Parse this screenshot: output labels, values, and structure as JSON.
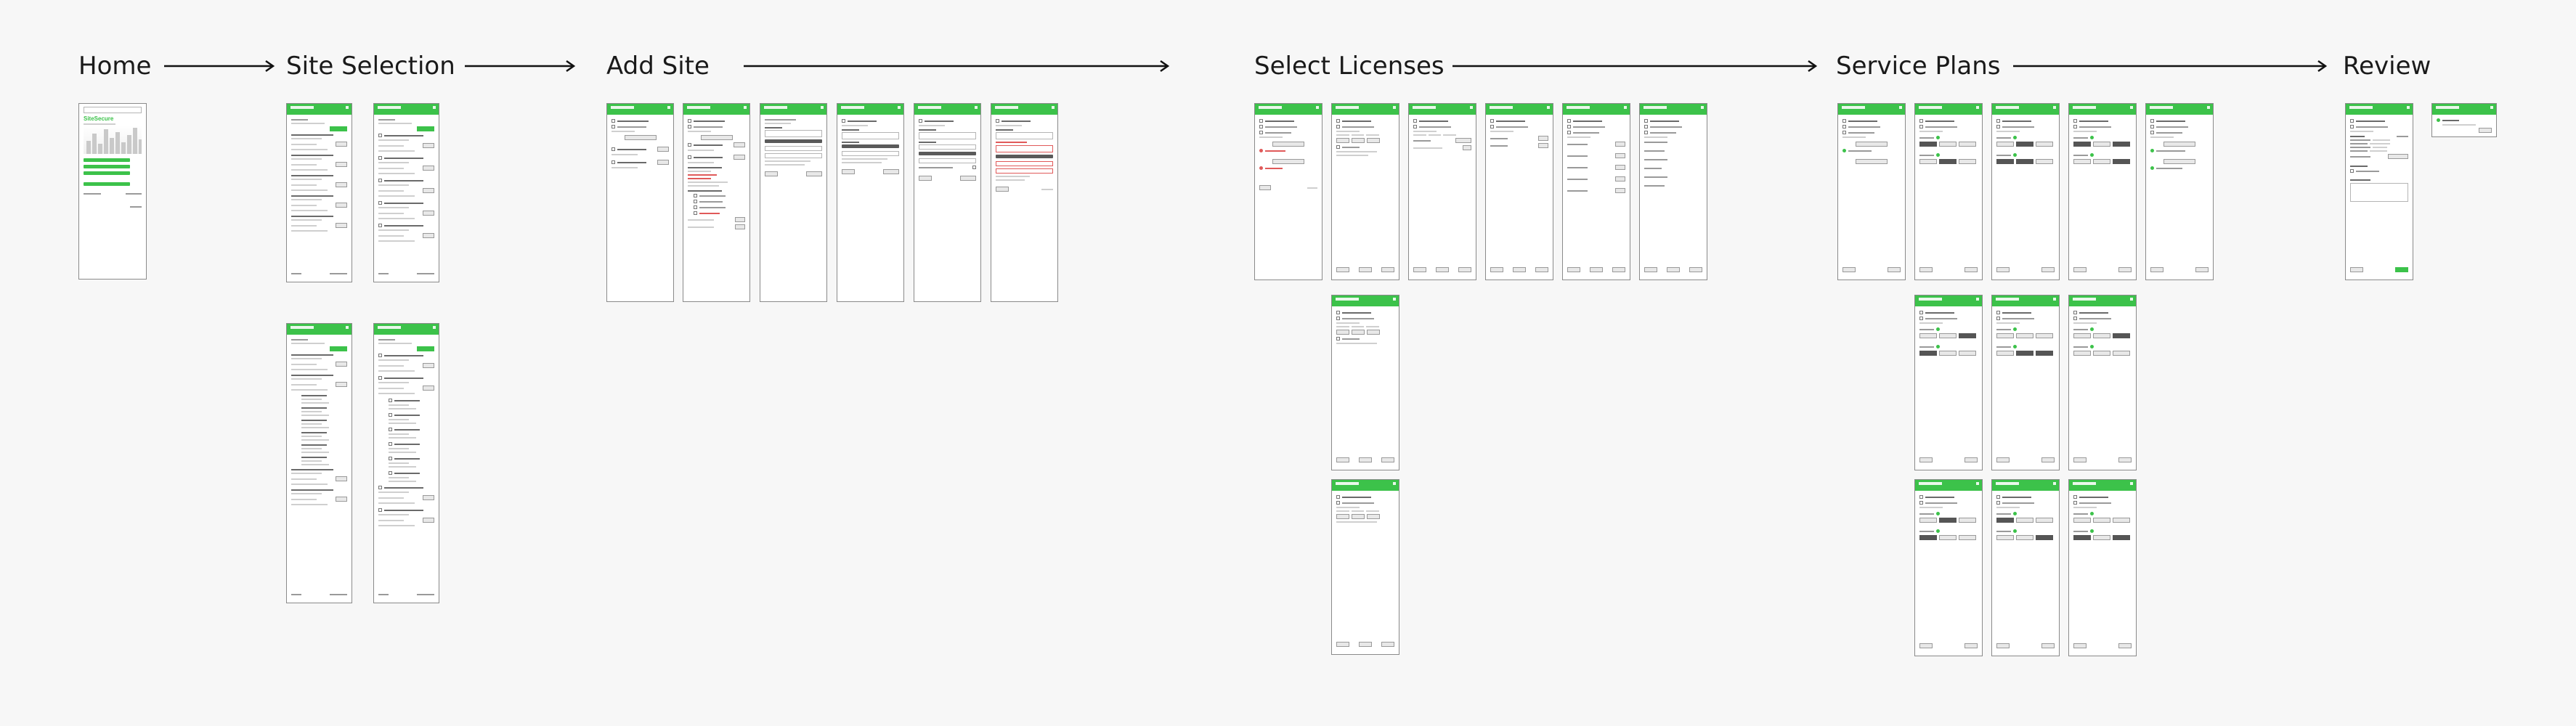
{
  "stages": [
    {
      "key": "home",
      "label": "Home"
    },
    {
      "key": "site-selection",
      "label": "Site Selection"
    },
    {
      "key": "add-site",
      "label": "Add Site"
    },
    {
      "key": "select-licenses",
      "label": "Select Licenses"
    },
    {
      "key": "service-plans",
      "label": "Service Plans"
    },
    {
      "key": "review",
      "label": "Review"
    }
  ],
  "home_screen": {
    "brand_text": "SiteSecure"
  },
  "colors": {
    "accent": "#3cc24a",
    "canvas": "#f7f7f7",
    "frame_border": "#8a8a8a",
    "arrow": "#111111",
    "error": "#e05a5a"
  }
}
